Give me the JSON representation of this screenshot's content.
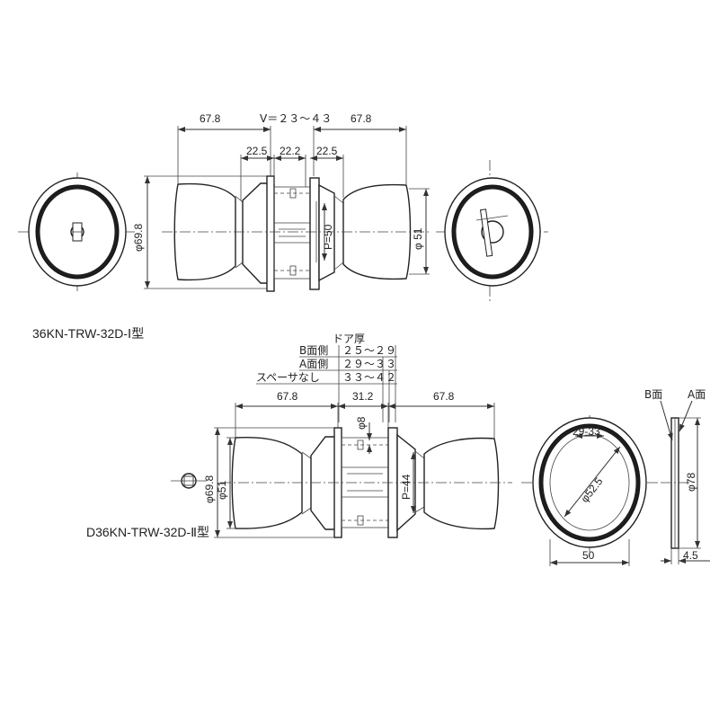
{
  "top_view": {
    "model": "36KN-TRW-32D-Ⅰ型",
    "dim_left_knob": "67.8",
    "dim_door_range": "V＝２３～４３",
    "dim_right_knob": "67.8",
    "dim_rose_a": "22.5",
    "dim_rose_b": "22.2",
    "dim_rose_c": "22.5",
    "dim_rose_dia": "φ69.8",
    "dim_pitch": "P=50",
    "dim_knob_dia": "φ 51"
  },
  "bottom_view": {
    "model": "D36KN-TRW-32D-Ⅱ型",
    "table": {
      "header": "ドア厚",
      "rows": [
        {
          "label": "B面側",
          "value": "２５～２９"
        },
        {
          "label": "A面側",
          "value": "２９～３３"
        },
        {
          "label": "スペーサなし",
          "value": "３３～４２"
        }
      ]
    },
    "dim_left_knob": "67.8",
    "dim_center": "31.2",
    "dim_right_knob": "67.8",
    "dim_hole": "φ8",
    "dim_rose_dia": "φ69.8",
    "dim_knob_dia": "φ51",
    "dim_pitch": "P=44",
    "spacer": {
      "dim_slot": "29-33",
      "dim_bore": "φ52.5",
      "dim_width": "50",
      "label_b": "B面",
      "label_a": "A面",
      "dim_height": "φ78",
      "dim_thickness": "4.5"
    }
  }
}
